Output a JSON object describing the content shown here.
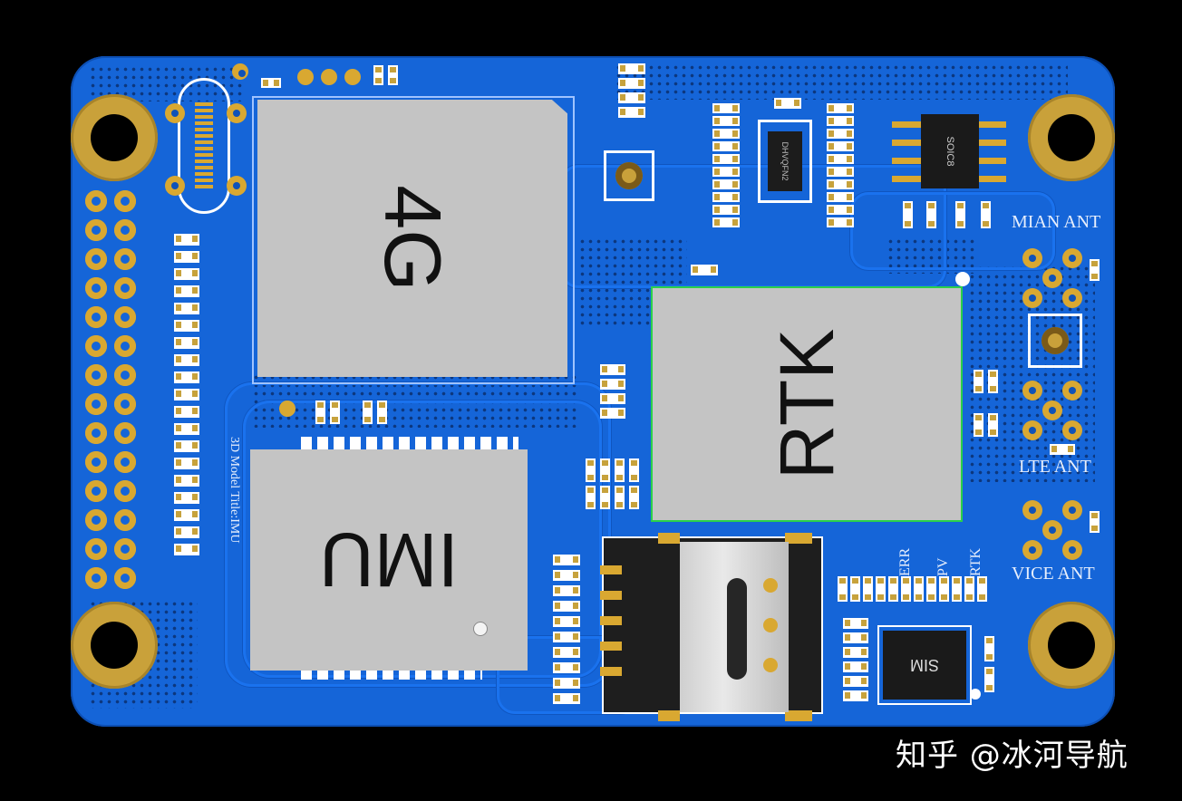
{
  "board": {
    "modules": {
      "lte_module": "4G",
      "gnss_module": "RTK",
      "imu_module": "IMU",
      "sim_chip": "SIM",
      "eeprom_chip": "SOIC8",
      "transceiver_chip": "DHVQFN2"
    },
    "silkscreen": {
      "main_antenna": "MIAN ANT",
      "lte_antenna": "LTE ANT",
      "vice_antenna": "VICE ANT",
      "model_title": "3D Model Title:IMU",
      "led_err": "ERR",
      "led_pv": "PV",
      "led_rtk": "RTK"
    }
  },
  "watermark": "知乎 @冰河导航",
  "colors": {
    "pcb": "#1565d8",
    "pad_gold": "#d9a831",
    "chip_gray": "#c4c4c4",
    "background": "#000000"
  }
}
